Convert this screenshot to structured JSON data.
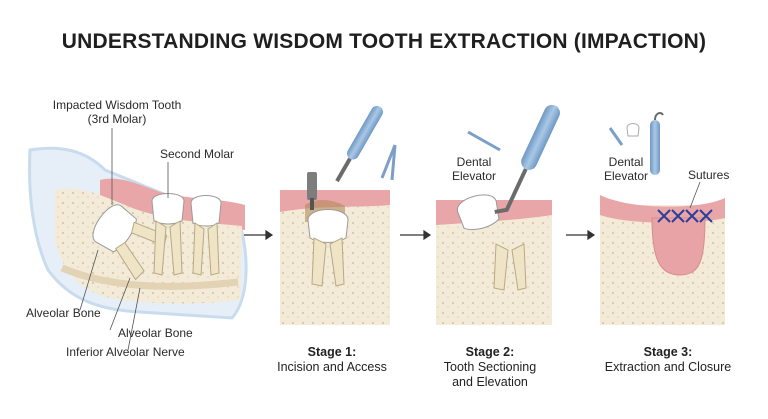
{
  "title": "UNDERSTANDING WISDOM TOOTH EXTRACTION (IMPACTION)",
  "anatomy": {
    "impacted_line1": "Impacted Wisdom Tooth",
    "impacted_line2": "(3rd Molar)",
    "second_molar": "Second Molar",
    "alveolar_bone_left": "Alveolar Bone",
    "alveolar_bone_lower": "Alveolar Bone",
    "nerve": "Inferior Alveolar Nerve"
  },
  "stages": [
    {
      "heading": "Stage 1:",
      "line1": "Incision and Access",
      "line2": ""
    },
    {
      "heading": "Stage 2:",
      "line1": "Tooth Sectioning",
      "line2": "and Elevation",
      "tool_line1": "Dental",
      "tool_line2": "Elevator"
    },
    {
      "heading": "Stage 3:",
      "line1": "Extraction and Closure",
      "line2": "",
      "tool_line1": "Dental",
      "tool_line2": "Elevator",
      "sutures": "Sutures"
    }
  ],
  "colors": {
    "gum": "#e8a6a8",
    "bone": "#f3ead8",
    "tooth": "#ffffff",
    "root": "#efe4c6",
    "instrument": "#8fb5d8",
    "suture": "#2b3e9a",
    "jaw_outline": "#c9dcee"
  }
}
